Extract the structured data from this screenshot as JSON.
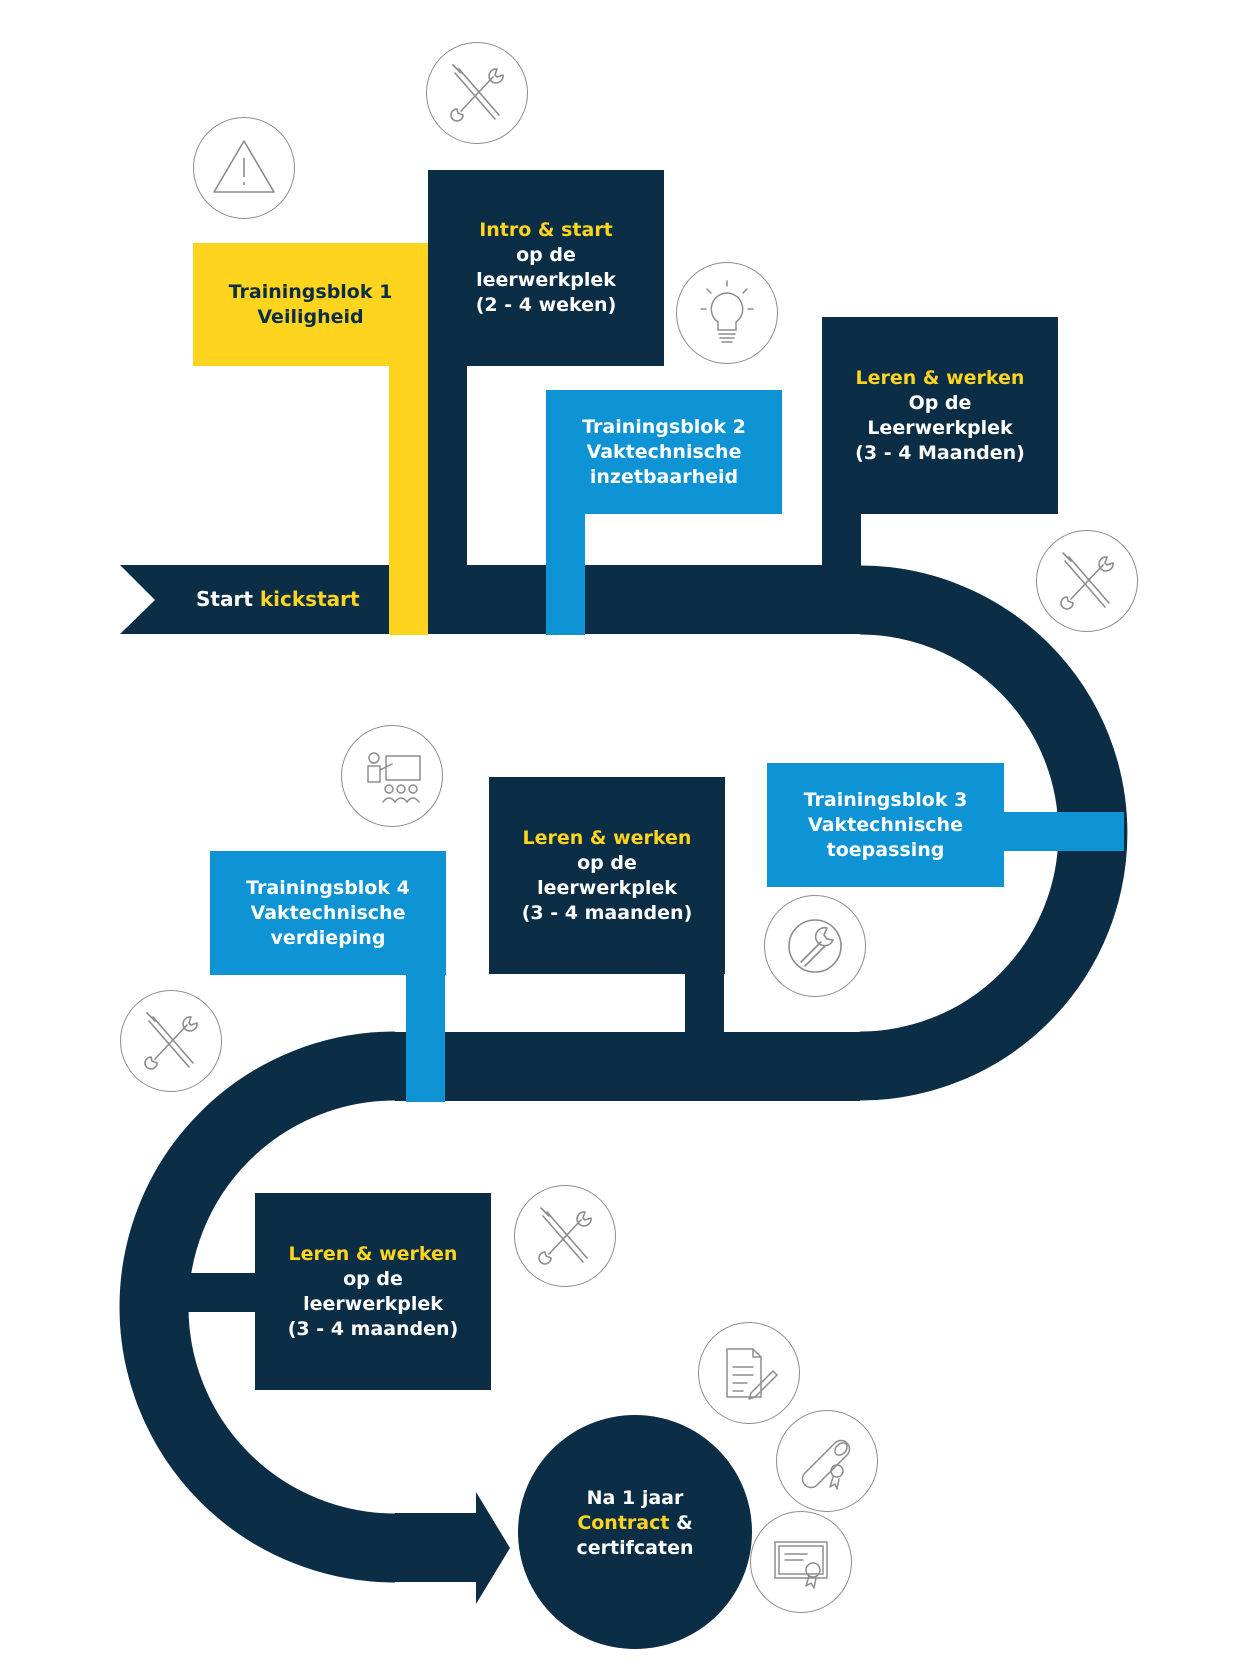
{
  "colors": {
    "navy": "#0b2d46",
    "yellow": "#fed41f",
    "blue": "#0e93d4",
    "icon_stroke": "#8d8d8d",
    "background": "#ffffff"
  },
  "start": {
    "prefix": "Start",
    "highlight": "kickstart"
  },
  "steps": {
    "trainingsblok1": {
      "line1": "Trainingsblok 1",
      "line2": "Veiligheid"
    },
    "intro": {
      "highlight": "Intro & start",
      "line2": "op de",
      "line3": "leerwerkplek",
      "line4": "(2 - 4 weken)"
    },
    "trainingsblok2": {
      "line1": "Trainingsblok 2",
      "line2": "Vaktechnische",
      "line3": "inzetbaarheid"
    },
    "leren1": {
      "highlight": "Leren & werken",
      "line2": "Op de",
      "line3": "Leerwerkplek",
      "line4": "(3 - 4 Maanden)"
    },
    "trainingsblok3": {
      "line1": "Trainingsblok 3",
      "line2": "Vaktechnische",
      "line3": "toepassing"
    },
    "leren2": {
      "highlight": "Leren & werken",
      "line2": "op de",
      "line3": "leerwerkplek",
      "line4": "(3 - 4 maanden)"
    },
    "trainingsblok4": {
      "line1": "Trainingsblok 4",
      "line2": "Vaktechnische",
      "line3": "verdieping"
    },
    "leren3": {
      "highlight": "Leren & werken",
      "line2": "op de",
      "line3": "leerwerkplek",
      "line4": "(3 - 4 maanden)"
    }
  },
  "finish": {
    "line1": "Na 1 jaar",
    "highlight": "Contract",
    "rest": "& certifcaten"
  },
  "icons": [
    "warning-icon",
    "tools-icon",
    "lightbulb-icon",
    "tools-icon",
    "presentation-icon",
    "wrench-icon",
    "tools-icon",
    "tools-icon",
    "document-sign-icon",
    "diploma-icon",
    "certificate-icon"
  ]
}
